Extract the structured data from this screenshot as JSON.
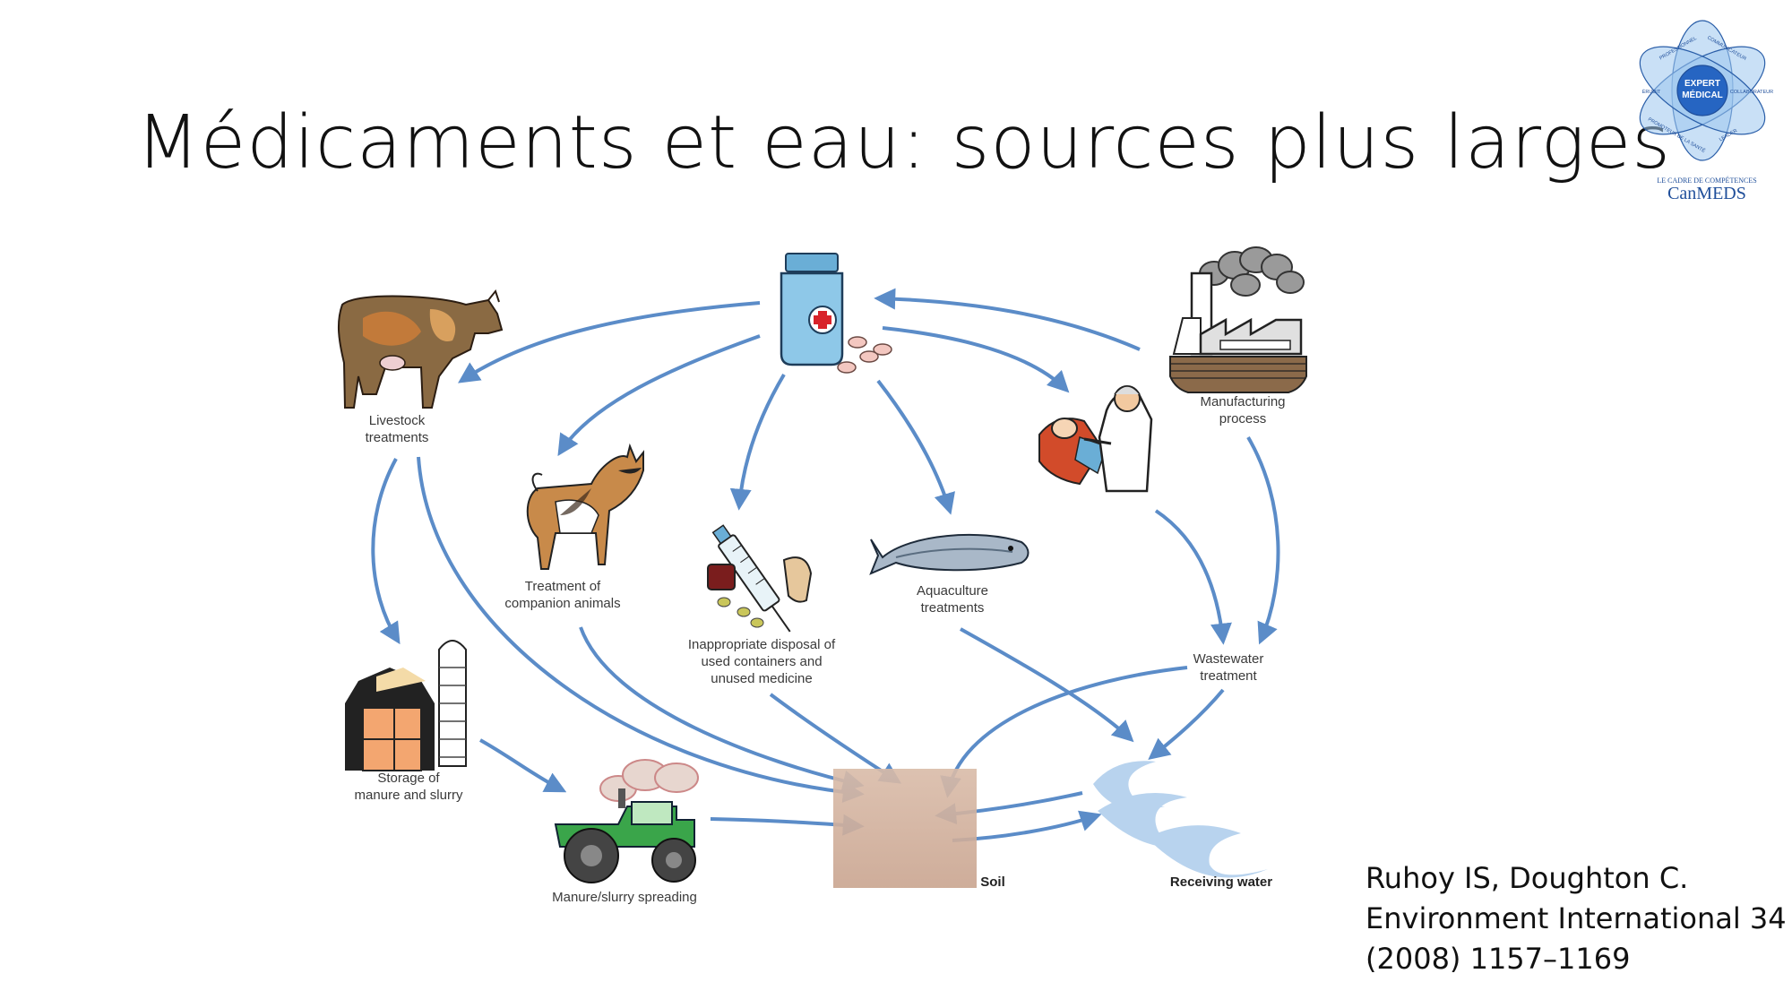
{
  "title": "Médicaments et eau: sources plus larges",
  "logo": {
    "icon": "canmeds-flower-icon",
    "center_line1": "EXPERT",
    "center_line2": "MÉDICAL",
    "petals": [
      "PROFESSIONNEL",
      "COMMUNICATEUR",
      "COLLABORATEUR",
      "LEADER",
      "PROMOTEUR DE LA SANTÉ",
      "ÉRUDIT"
    ],
    "tagline": "LE CADRE DE COMPÉTENCES",
    "brand": "CanMEDS",
    "color_brand": "#1f4e9a",
    "color_petal": "#7fb3e3"
  },
  "diagram": {
    "arrow_color": "#5b8cc8",
    "nodes": {
      "medicine": {
        "icon": "medicine-bottle-icon"
      },
      "livestock": {
        "icon": "cow-icon",
        "label": "Livestock\ntreatments"
      },
      "manufacturing": {
        "icon": "factory-icon",
        "label": "Manufacturing\nprocess"
      },
      "dentist": {
        "icon": "dentist-icon"
      },
      "companion": {
        "icon": "dog-icon",
        "label": "Treatment of\ncompanion animals"
      },
      "disposal": {
        "icon": "syringe-disposal-icon",
        "label": "Inappropriate disposal of\nused containers and\nunused medicine"
      },
      "aquaculture": {
        "icon": "fish-icon",
        "label": "Aquaculture\ntreatments"
      },
      "wastewater": {
        "label": "Wastewater\ntreatment"
      },
      "storage": {
        "icon": "barn-icon",
        "label": "Storage of\nmanure and slurry"
      },
      "spreading": {
        "icon": "tractor-icon",
        "label": "Manure/slurry spreading"
      },
      "soil": {
        "icon": "soil-icon",
        "label": "Soil"
      },
      "water": {
        "icon": "water-wave-icon",
        "label": "Receiving water"
      }
    }
  },
  "citation": {
    "line1": "Ruhoy IS, Doughton C.",
    "line2": "Environment International 34",
    "line3": "(2008) 1157–1169"
  }
}
